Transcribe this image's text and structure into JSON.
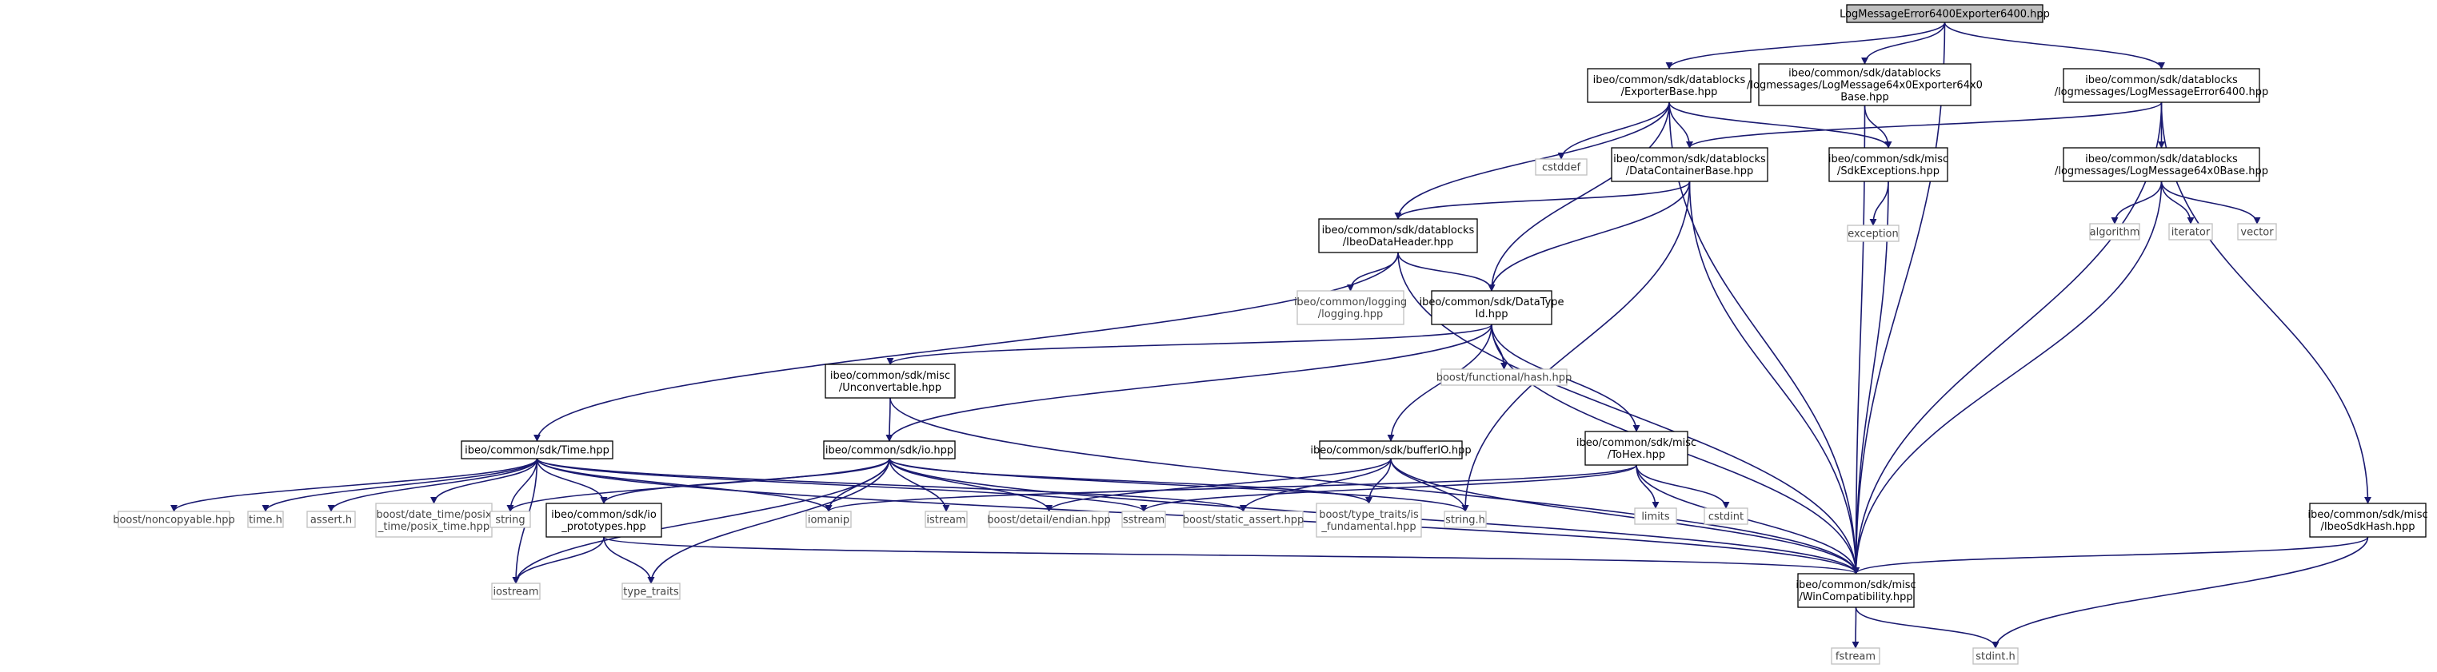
{
  "colors": {
    "edge": "#191970",
    "node_border_local": "#000000",
    "node_border_system": "#bfbfbf",
    "node_text_system": "#444444",
    "root_fill": "#bfbfbf",
    "node_fill": "#ffffff"
  },
  "graph": {
    "nodes": [
      {
        "id": "root",
        "lines": [
          "LogMessageError6400Exporter6400.hpp"
        ],
        "kind": "root"
      },
      {
        "id": "exporterbase",
        "lines": [
          "ibeo/common/sdk/datablocks",
          "/ExporterBase.hpp"
        ],
        "kind": "local"
      },
      {
        "id": "lm64base_exp",
        "lines": [
          "ibeo/common/sdk/datablocks",
          "/logmessages/LogMessage64x0Exporter64x0",
          "Base.hpp"
        ],
        "kind": "local"
      },
      {
        "id": "lmerror6400",
        "lines": [
          "ibeo/common/sdk/datablocks",
          "/logmessages/LogMessageError6400.hpp"
        ],
        "kind": "local"
      },
      {
        "id": "cstddef",
        "lines": [
          "cstddef"
        ],
        "kind": "system"
      },
      {
        "id": "datacontainerbase",
        "lines": [
          "ibeo/common/sdk/datablocks",
          "/DataContainerBase.hpp"
        ],
        "kind": "local"
      },
      {
        "id": "sdkexceptions",
        "lines": [
          "ibeo/common/sdk/misc",
          "/SdkExceptions.hpp"
        ],
        "kind": "local"
      },
      {
        "id": "lm64base",
        "lines": [
          "ibeo/common/sdk/datablocks",
          "/logmessages/LogMessage64x0Base.hpp"
        ],
        "kind": "local"
      },
      {
        "id": "algorithm",
        "lines": [
          "algorithm"
        ],
        "kind": "system"
      },
      {
        "id": "iterator",
        "lines": [
          "iterator"
        ],
        "kind": "system"
      },
      {
        "id": "vector",
        "lines": [
          "vector"
        ],
        "kind": "system"
      },
      {
        "id": "exception",
        "lines": [
          "exception"
        ],
        "kind": "system"
      },
      {
        "id": "ibeodataheader",
        "lines": [
          "ibeo/common/sdk/datablocks",
          "/IbeoDataHeader.hpp"
        ],
        "kind": "local"
      },
      {
        "id": "logging",
        "lines": [
          "ibeo/common/logging",
          "/logging.hpp"
        ],
        "kind": "system"
      },
      {
        "id": "datatypeid",
        "lines": [
          "ibeo/common/sdk/DataType",
          "Id.hpp"
        ],
        "kind": "local"
      },
      {
        "id": "boosthash",
        "lines": [
          "boost/functional/hash.hpp"
        ],
        "kind": "system"
      },
      {
        "id": "unconvertable",
        "lines": [
          "ibeo/common/sdk/misc",
          "/Unconvertable.hpp"
        ],
        "kind": "local"
      },
      {
        "id": "time",
        "lines": [
          "ibeo/common/sdk/Time.hpp"
        ],
        "kind": "local"
      },
      {
        "id": "io",
        "lines": [
          "ibeo/common/sdk/io.hpp"
        ],
        "kind": "local"
      },
      {
        "id": "bufferio",
        "lines": [
          "ibeo/common/sdk/bufferIO.hpp"
        ],
        "kind": "local"
      },
      {
        "id": "tohex",
        "lines": [
          "ibeo/common/sdk/misc",
          "/ToHex.hpp"
        ],
        "kind": "local"
      },
      {
        "id": "limits",
        "lines": [
          "limits"
        ],
        "kind": "system"
      },
      {
        "id": "cstdint",
        "lines": [
          "cstdint"
        ],
        "kind": "system"
      },
      {
        "id": "ibeosdkhash",
        "lines": [
          "ibeo/common/sdk/misc",
          "/IbeoSdkHash.hpp"
        ],
        "kind": "local"
      },
      {
        "id": "noncopyable",
        "lines": [
          "boost/noncopyable.hpp"
        ],
        "kind": "system"
      },
      {
        "id": "timeh",
        "lines": [
          "time.h"
        ],
        "kind": "system"
      },
      {
        "id": "asserth",
        "lines": [
          "assert.h"
        ],
        "kind": "system"
      },
      {
        "id": "posixtime",
        "lines": [
          "boost/date_time/posix",
          "_time/posix_time.hpp"
        ],
        "kind": "system"
      },
      {
        "id": "string",
        "lines": [
          "string"
        ],
        "kind": "system"
      },
      {
        "id": "ioproto",
        "lines": [
          "ibeo/common/sdk/io",
          "_prototypes.hpp"
        ],
        "kind": "local"
      },
      {
        "id": "iomanip",
        "lines": [
          "iomanip"
        ],
        "kind": "system"
      },
      {
        "id": "istream",
        "lines": [
          "istream"
        ],
        "kind": "system"
      },
      {
        "id": "endian",
        "lines": [
          "boost/detail/endian.hpp"
        ],
        "kind": "system"
      },
      {
        "id": "sstream",
        "lines": [
          "sstream"
        ],
        "kind": "system"
      },
      {
        "id": "staticassert",
        "lines": [
          "boost/static_assert.hpp"
        ],
        "kind": "system"
      },
      {
        "id": "isfundamental",
        "lines": [
          "boost/type_traits/is",
          "_fundamental.hpp"
        ],
        "kind": "system"
      },
      {
        "id": "stringh",
        "lines": [
          "string.h"
        ],
        "kind": "system"
      },
      {
        "id": "iostream",
        "lines": [
          "iostream"
        ],
        "kind": "system"
      },
      {
        "id": "typetraits",
        "lines": [
          "type_traits"
        ],
        "kind": "system"
      },
      {
        "id": "wincompat",
        "lines": [
          "ibeo/common/sdk/misc",
          "/WinCompatibility.hpp"
        ],
        "kind": "local"
      },
      {
        "id": "fstream",
        "lines": [
          "fstream"
        ],
        "kind": "system"
      },
      {
        "id": "stdinth",
        "lines": [
          "stdint.h"
        ],
        "kind": "system"
      }
    ],
    "edges": [
      [
        "root",
        "exporterbase"
      ],
      [
        "root",
        "lm64base_exp"
      ],
      [
        "root",
        "lmerror6400"
      ],
      [
        "root",
        "wincompat"
      ],
      [
        "exporterbase",
        "cstddef"
      ],
      [
        "exporterbase",
        "datacontainerbase"
      ],
      [
        "exporterbase",
        "sdkexceptions"
      ],
      [
        "exporterbase",
        "ibeodataheader"
      ],
      [
        "exporterbase",
        "datatypeid"
      ],
      [
        "exporterbase",
        "wincompat"
      ],
      [
        "lm64base_exp",
        "sdkexceptions"
      ],
      [
        "lm64base_exp",
        "wincompat"
      ],
      [
        "lmerror6400",
        "datacontainerbase"
      ],
      [
        "lmerror6400",
        "lm64base"
      ],
      [
        "lmerror6400",
        "wincompat"
      ],
      [
        "lmerror6400",
        "ibeosdkhash"
      ],
      [
        "datacontainerbase",
        "ibeodataheader"
      ],
      [
        "datacontainerbase",
        "datatypeid"
      ],
      [
        "datacontainerbase",
        "stringh"
      ],
      [
        "datacontainerbase",
        "wincompat"
      ],
      [
        "sdkexceptions",
        "exception"
      ],
      [
        "sdkexceptions",
        "wincompat"
      ],
      [
        "lm64base",
        "algorithm"
      ],
      [
        "lm64base",
        "iterator"
      ],
      [
        "lm64base",
        "vector"
      ],
      [
        "lm64base",
        "wincompat"
      ],
      [
        "ibeodataheader",
        "logging"
      ],
      [
        "ibeodataheader",
        "datatypeid"
      ],
      [
        "ibeodataheader",
        "time"
      ],
      [
        "ibeodataheader",
        "wincompat"
      ],
      [
        "datatypeid",
        "boosthash"
      ],
      [
        "datatypeid",
        "unconvertable"
      ],
      [
        "datatypeid",
        "io"
      ],
      [
        "datatypeid",
        "bufferio"
      ],
      [
        "datatypeid",
        "tohex"
      ],
      [
        "datatypeid",
        "wincompat"
      ],
      [
        "unconvertable",
        "io"
      ],
      [
        "unconvertable",
        "wincompat"
      ],
      [
        "time",
        "noncopyable"
      ],
      [
        "time",
        "timeh"
      ],
      [
        "time",
        "asserth"
      ],
      [
        "time",
        "posixtime"
      ],
      [
        "time",
        "string"
      ],
      [
        "time",
        "ioproto"
      ],
      [
        "time",
        "iomanip"
      ],
      [
        "time",
        "sstream"
      ],
      [
        "time",
        "staticassert"
      ],
      [
        "time",
        "iostream"
      ],
      [
        "time",
        "wincompat"
      ],
      [
        "io",
        "ioproto"
      ],
      [
        "io",
        "string"
      ],
      [
        "io",
        "iomanip"
      ],
      [
        "io",
        "istream"
      ],
      [
        "io",
        "endian"
      ],
      [
        "io",
        "isfundamental"
      ],
      [
        "io",
        "stringh"
      ],
      [
        "io",
        "iostream"
      ],
      [
        "io",
        "typetraits"
      ],
      [
        "io",
        "wincompat"
      ],
      [
        "bufferio",
        "endian"
      ],
      [
        "bufferio",
        "staticassert"
      ],
      [
        "bufferio",
        "isfundamental"
      ],
      [
        "bufferio",
        "stringh"
      ],
      [
        "bufferio",
        "wincompat"
      ],
      [
        "tohex",
        "iomanip"
      ],
      [
        "tohex",
        "sstream"
      ],
      [
        "tohex",
        "limits"
      ],
      [
        "tohex",
        "cstdint"
      ],
      [
        "tohex",
        "wincompat"
      ],
      [
        "ioproto",
        "iostream"
      ],
      [
        "ioproto",
        "typetraits"
      ],
      [
        "ioproto",
        "wincompat"
      ],
      [
        "ibeosdkhash",
        "wincompat"
      ],
      [
        "ibeosdkhash",
        "stdinth"
      ],
      [
        "wincompat",
        "fstream"
      ],
      [
        "wincompat",
        "stdinth"
      ]
    ]
  }
}
